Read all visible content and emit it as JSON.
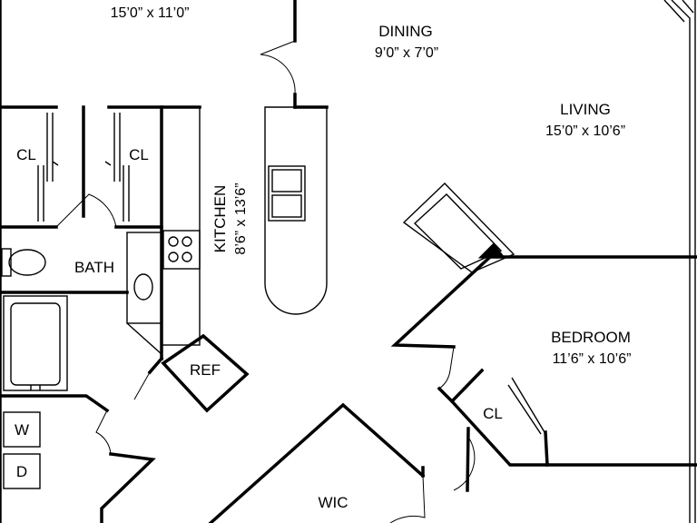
{
  "rooms": {
    "top_left": {
      "dims": "15’0” x 11’0”"
    },
    "dining": {
      "name": "DINING",
      "dims": "9’0” x 7’0”"
    },
    "living": {
      "name": "LIVING",
      "dims": "15’0” x 10’6”"
    },
    "kitchen": {
      "name": "KITCHEN",
      "dims": "8’6” x 13’6”"
    },
    "bedroom": {
      "name": "BEDROOM",
      "dims": "11’6” x 10’6”"
    },
    "bath": {
      "name": "BATH"
    },
    "wic": {
      "name": "WIC"
    },
    "closet_1": {
      "name": "CL"
    },
    "closet_2": {
      "name": "CL"
    },
    "closet_bedroom": {
      "name": "CL"
    },
    "refrigerator": {
      "name": "REF"
    },
    "washer": {
      "name": "W"
    },
    "dryer": {
      "name": "D"
    }
  }
}
